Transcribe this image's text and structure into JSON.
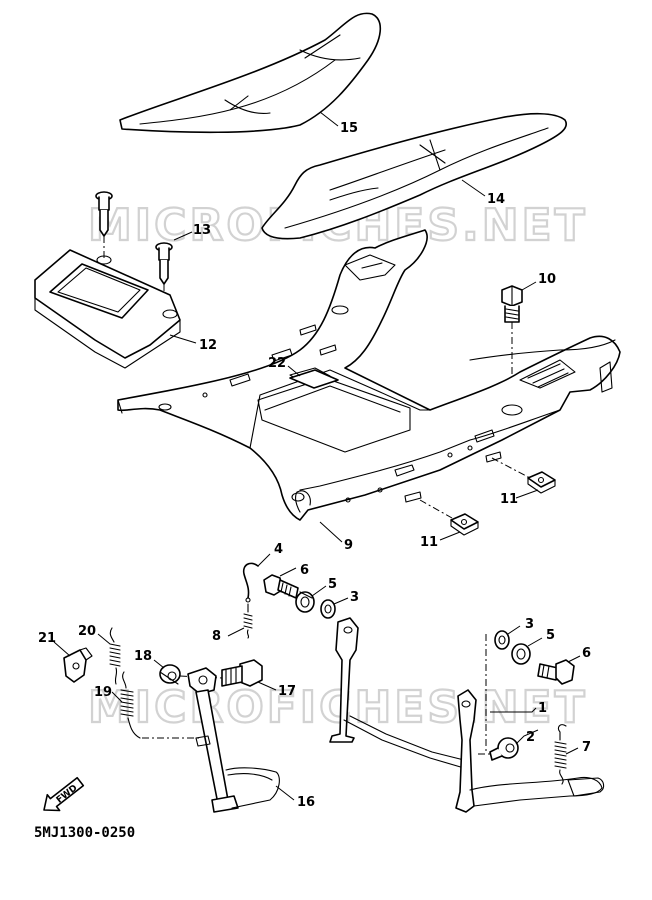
{
  "watermark": "MICROFICHES.NET",
  "diagram_code": "5MJ1300-0250",
  "fwd_label": "FWD",
  "callouts": {
    "c1": "1",
    "c2": "2",
    "c3a": "3",
    "c3b": "3",
    "c4": "4",
    "c5a": "5",
    "c5b": "5",
    "c6a": "6",
    "c6b": "6",
    "c7": "7",
    "c8": "8",
    "c9": "9",
    "c10": "10",
    "c11a": "11",
    "c11b": "11",
    "c12": "12",
    "c13": "13",
    "c14": "14",
    "c15": "15",
    "c16": "16",
    "c17": "17",
    "c18": "18",
    "c19": "19",
    "c20": "20",
    "c21": "21",
    "c22": "22"
  }
}
